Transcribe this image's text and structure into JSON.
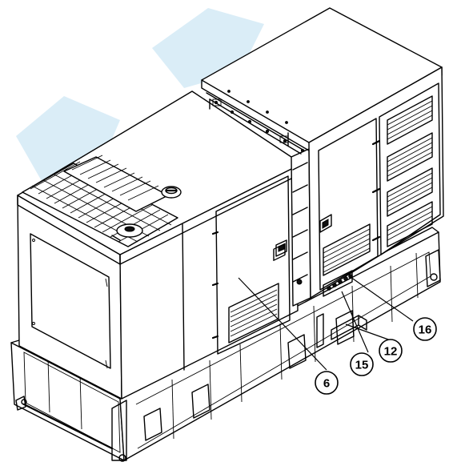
{
  "callouts": [
    {
      "id": "callout-6",
      "label": "6"
    },
    {
      "id": "callout-15",
      "label": "15"
    },
    {
      "id": "callout-12",
      "label": "12"
    },
    {
      "id": "callout-16",
      "label": "16"
    }
  ],
  "colors": {
    "line": "#000000",
    "background": "#ffffff",
    "watermark": "#bcdff0"
  }
}
